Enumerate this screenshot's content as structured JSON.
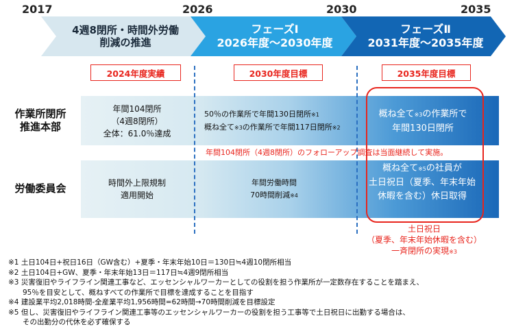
{
  "timeline": {
    "years": [
      "2017",
      "2026",
      "2030",
      "2035"
    ],
    "phases": [
      {
        "line1": "4週8閉所・時間外労働",
        "line2": "削減の推進"
      },
      {
        "line1": "フェーズⅠ",
        "line2": "2026年度～2030年度"
      },
      {
        "line1": "フェーズⅡ",
        "line2": "2031年度～2035年度"
      }
    ]
  },
  "targets": [
    "2024年度実績",
    "2030年度目標",
    "2035年度目標"
  ],
  "rows": [
    {
      "label_line1": "作業所閉所",
      "label_line2": "推進本部",
      "col1": [
        "年間104閉所",
        "（4週8閉所）",
        "全体：61.0％達成"
      ],
      "col2_line1": "50％の作業所で年間130日閉所",
      "col2_line1_note": "※1",
      "col2_line2": "概ね全て",
      "col2_line2_note_a": "※3",
      "col2_line2_rest": "の作業所で年間117日閉所",
      "col2_line2_note_b": "※2",
      "col3_line1": "概ね全て",
      "col3_line1_note": "※3",
      "col3_line1_rest": "の作業所で",
      "col3_line2": "年間130日閉所"
    },
    {
      "label": "労働委員会",
      "col1": [
        "時間外上限規制",
        "適用開始"
      ],
      "col2_line1": "年間労働時間",
      "col2_line2": "70時間削減",
      "col2_line2_note": "※4",
      "col3_line1": "概ね全て",
      "col3_line1_note": "※5",
      "col3_line1_rest": "の社員が",
      "col3_line2": "土日祝日（夏季、年末年始",
      "col3_line3": "休暇を含む）休日取得"
    }
  ],
  "followup_note": "年間104閉所（4週8閉所）のフォローアップ調査は当面継続して実施。",
  "callout": [
    "土日祝日",
    "（夏季、年末年始休暇を含む）",
    "一斉閉所の実現"
  ],
  "callout_note": "※3",
  "footnotes": [
    "※1 土日104日+祝日16日（GW含む）+夏季・年末年始10日＝130日≒4週10閉所相当",
    "※2 土日104日+GW、夏季・年末年始13日＝117日≒4週9閉所相当",
    "※3 災害復旧やライフライン関連工事など、エッセンシャルワーカーとしての役割を担う作業所が一定数存在することを踏まえ、",
    "　　95％を目安として、概ねすべての作業所で目標を達成することを目指す",
    "※4 建設業平均2,018時間-全産業平均1,956時間=62時間→70時間削減を目標設定",
    "※5 但し、災害復旧やライフライン関連工事等のエッセンシャルワーカーの役割を担う工事等で土日祝日に出勤する場合は、",
    "　　その出勤分の代休を必ず確保する"
  ],
  "colors": {
    "phase0": "#d7e7ef",
    "phase1": "#2aa3e2",
    "phase2": "#1266b4",
    "accent_red": "#e8241c",
    "dashed_blue": "#2a6fc0"
  }
}
